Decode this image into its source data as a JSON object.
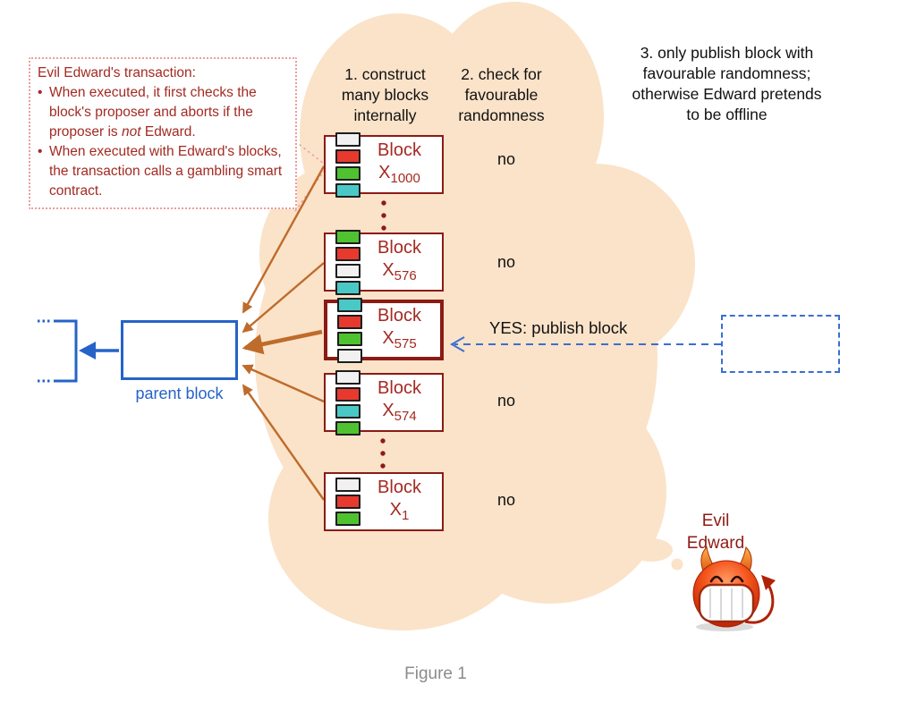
{
  "colors": {
    "cloud": "#FAE3C9",
    "dark_red": "#8A1B15",
    "red_text": "#A32A22",
    "blue": "#2563C9",
    "dashed_blue": "#3A6FD0",
    "orange_arrow": "#BF6B2B",
    "pink_dotted": "#ED9C9C",
    "caption_gray": "#8C8C8C",
    "square_white": "#F1F1F1",
    "square_red": "#E8392E",
    "square_green": "#4FC32F",
    "square_cyan": "#4AC8C6"
  },
  "callout": {
    "title": "Evil Edward's transaction:",
    "bullet_marker": "•",
    "bullet1_pre": "When executed, it first checks the block's proposer and aborts if the proposer is ",
    "bullet1_italic": "not",
    "bullet1_post": " Edward.",
    "bullet2": "When executed with Edward's blocks, the transaction calls a gambling smart contract."
  },
  "steps": [
    {
      "label": "1. construct\nmany blocks\ninternally"
    },
    {
      "label": "2. check for\nfavourable\nrandomness"
    },
    {
      "label": "3. only publish block with\nfavourable randomness;\notherwise Edward pretends\nto be offline"
    }
  ],
  "blocks_common": {
    "title": "Block",
    "x": "X"
  },
  "blocks": [
    {
      "sub": "1000",
      "squares": [
        "white",
        "red",
        "green",
        "cyan"
      ],
      "result": "no",
      "highlighted": false
    },
    {
      "sub": "576",
      "squares": [
        "green",
        "red",
        "white",
        "cyan"
      ],
      "result": "no",
      "highlighted": false
    },
    {
      "sub": "575",
      "squares": [
        "cyan",
        "red",
        "green",
        "white"
      ],
      "result": "YES:  publish block",
      "highlighted": true
    },
    {
      "sub": "574",
      "squares": [
        "white",
        "red",
        "cyan",
        "green"
      ],
      "result": "no",
      "highlighted": false
    },
    {
      "sub": "1",
      "squares": [
        "white",
        "red",
        "green"
      ],
      "result": "no",
      "highlighted": false
    }
  ],
  "parent_block_label": "parent block",
  "character": {
    "line1": "Evil",
    "line2": "Edward"
  },
  "caption": "Figure 1"
}
